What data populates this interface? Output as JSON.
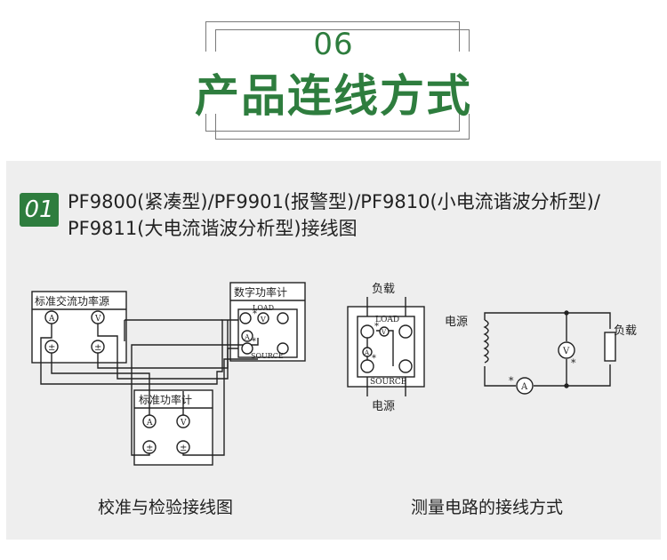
{
  "header": {
    "section_number": "06",
    "section_title": "产品连线方式"
  },
  "panel": {
    "badge": "01",
    "heading_line1": "PF9800(紧凑型)/PF9901(报警型)/PF9810(小电流谐波分析型)/",
    "heading_line2": "PF9811(大电流谐波分析型)接线图"
  },
  "diagram_left": {
    "std_source_label": "标准交流功率源",
    "meter_label": "数字功率计",
    "std_meter_label": "标准功率计",
    "load_label": "LOAD",
    "source_label": "SOURCE",
    "ammeter_symbol": "A",
    "voltmeter_symbol": "V",
    "common_symbol": "±",
    "star": "*",
    "caption": "校准与检验接线图"
  },
  "diagram_right": {
    "load_top_label": "负载",
    "source_bottom_label": "电源",
    "load_label": "LOAD",
    "source_label": "SOURCE",
    "ammeter_symbol": "A",
    "voltmeter_symbol": "V",
    "star": "*",
    "circuit_source_label": "电源",
    "circuit_load_label": "负载",
    "caption": "测量电路的接线方式"
  },
  "colors": {
    "brand_green": "#2e7d3e",
    "panel_bg": "#eeeeee",
    "line": "#222222"
  }
}
